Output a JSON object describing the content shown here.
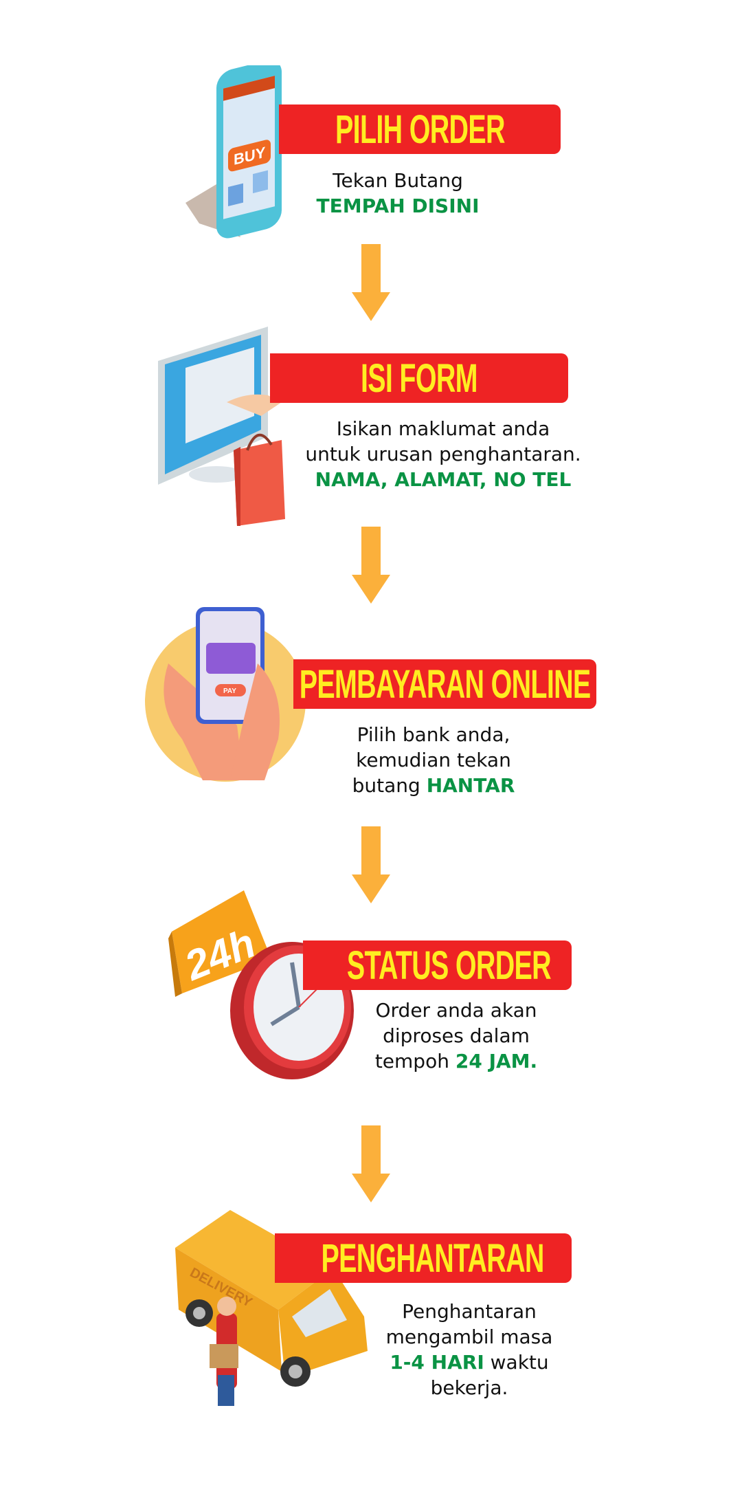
{
  "steps": [
    {
      "title": "PILIH ORDER",
      "lines": [
        "Tekan Butang"
      ],
      "highlight": "TEMPAH DISINI",
      "icon": "phone-buy-icon"
    },
    {
      "title": "ISI FORM",
      "lines": [
        "Isikan maklumat anda",
        "untuk urusan penghantaran."
      ],
      "highlight": "NAMA, ALAMAT, NO TEL",
      "icon": "monitor-shopping-icon"
    },
    {
      "title": "PEMBAYARAN ONLINE",
      "lines": [
        "Pilih bank anda,",
        "kemudian tekan"
      ],
      "prefix": "butang ",
      "highlight": "HANTAR",
      "icon": "phone-payment-icon"
    },
    {
      "title": "STATUS ORDER",
      "lines": [
        "Order anda akan",
        "diproses dalam"
      ],
      "prefix": "tempoh ",
      "highlight": "24 JAM.",
      "icon": "clock-24h-icon"
    },
    {
      "title": "PENGHANTARAN",
      "lines": [
        "Penghantaran",
        "mengambil masa"
      ],
      "highlight": "1-4 HARI",
      "suffix": " waktu",
      "last": "bekerja.",
      "icon": "delivery-van-icon"
    }
  ],
  "illustration_text": {
    "buy": "BUY",
    "pay": "PAY",
    "clock": "24h",
    "van": "DELIVERY"
  },
  "colors": {
    "banner": "#ee2324",
    "title": "#ffed21",
    "highlight": "#0a9344",
    "arrow": "#fbb03b"
  }
}
